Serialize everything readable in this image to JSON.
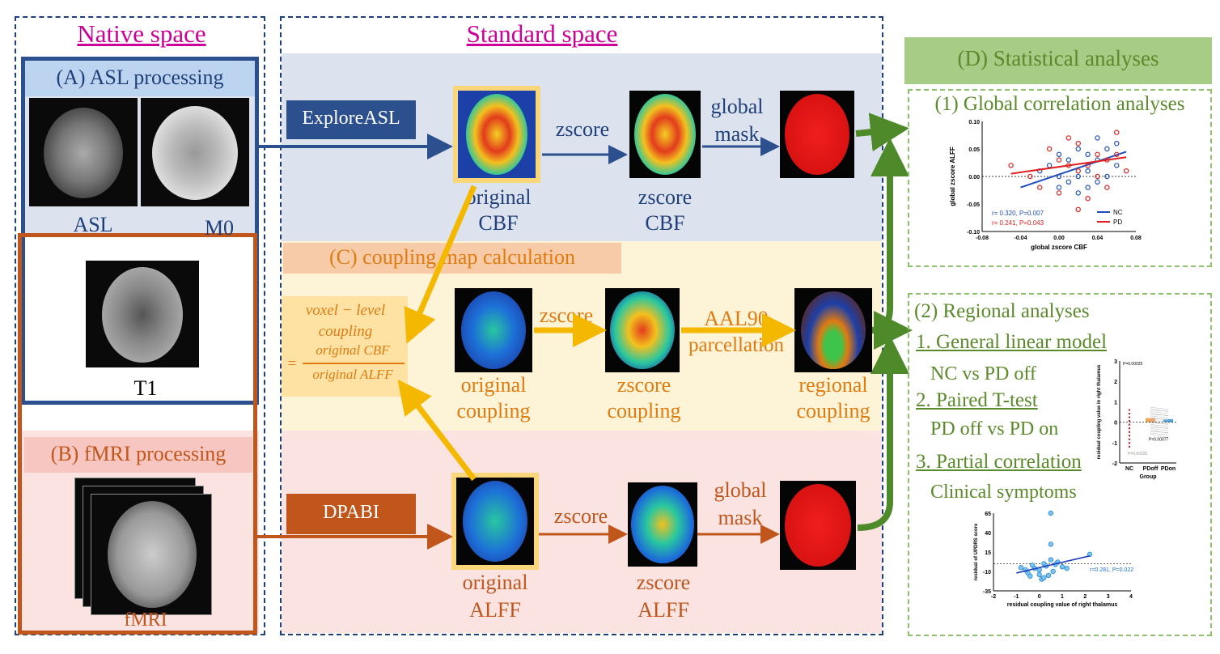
{
  "sections": {
    "native": "Native space",
    "standard": "Standard space"
  },
  "panels": {
    "asl": "(A) ASL processing",
    "fmri": "(B) fMRI processing",
    "coupling": "(C) coupling map calculation",
    "stats": "(D) Statistical analyses"
  },
  "native_images": {
    "asl": "ASL",
    "m0": "M0",
    "t1": "T1",
    "fmri": "fMRI"
  },
  "tools": {
    "explore": "ExploreASL",
    "dpabi": "DPABI"
  },
  "steps": {
    "zscore": "zscore",
    "global": "global",
    "mask": "mask",
    "aal": "AAL90",
    "parcellation": "parcellation"
  },
  "maps": {
    "orig_cbf_1": "original",
    "orig_cbf_2": "CBF",
    "z_cbf_1": "zscore",
    "z_cbf_2": "CBF",
    "orig_alff_1": "original",
    "orig_alff_2": "ALFF",
    "z_alff_1": "zscore",
    "z_alff_2": "ALFF",
    "orig_coup_1": "original",
    "orig_coup_2": "coupling",
    "z_coup_1": "zscore",
    "z_coup_2": "coupling",
    "reg_coup_1": "regional",
    "reg_coup_2": "coupling"
  },
  "formula": {
    "line1": "voxel − level",
    "line2": "coupling",
    "eq": "=",
    "num": "original CBF",
    "den": "original ALFF"
  },
  "stats": {
    "global_title": "(1) Global correlation analyses",
    "regional_title": "(2) Regional analyses",
    "glm": "1. General linear model",
    "glm_sub": "NC vs PD off",
    "paired": "2. Paired T-test",
    "paired_sub": "PD off vs PD on",
    "partial": "3. Partial correlation",
    "partial_sub": "Clinical symptoms"
  },
  "chart_data": [
    {
      "type": "scatter",
      "title": "",
      "xlabel": "global zscore CBF",
      "ylabel": "global zscore ALFF",
      "xlim": [
        -0.08,
        0.08
      ],
      "ylim": [
        -0.1,
        0.1
      ],
      "xticks": [
        "-0.08",
        "-0.04",
        "0.00",
        "0.04",
        "0.08"
      ],
      "yticks": [
        "0.10",
        "0.05",
        "0.00",
        "-0.05",
        "-0.10"
      ],
      "legend": {
        "placement": "bottom-right",
        "items": [
          "NC",
          "PD"
        ]
      },
      "stats_text": [
        "r= 0.320, P=0.007",
        "r= 0.241, P=0.043"
      ],
      "series": [
        {
          "name": "NC",
          "color": "#1f4fbf",
          "points": [
            [
              -0.02,
              0.01
            ],
            [
              0.0,
              -0.02
            ],
            [
              0.01,
              0.03
            ],
            [
              0.02,
              0.0
            ],
            [
              0.03,
              0.04
            ],
            [
              0.04,
              -0.01
            ],
            [
              0.05,
              0.05
            ],
            [
              0.06,
              0.02
            ],
            [
              0.0,
              0.04
            ],
            [
              0.02,
              -0.03
            ],
            [
              0.03,
              0.01
            ],
            [
              0.04,
              0.03
            ],
            [
              0.01,
              -0.01
            ],
            [
              0.05,
              0.0
            ],
            [
              -0.01,
              0.02
            ],
            [
              0.02,
              0.05
            ],
            [
              0.06,
              0.06
            ],
            [
              0.03,
              -0.02
            ],
            [
              0.04,
              0.07
            ],
            [
              0.0,
              0.0
            ]
          ],
          "fit": [
            [
              -0.04,
              -0.02
            ],
            [
              0.07,
              0.045
            ]
          ]
        },
        {
          "name": "PD",
          "color": "#e02020",
          "points": [
            [
              -0.05,
              0.02
            ],
            [
              -0.03,
              0.0
            ],
            [
              -0.01,
              0.05
            ],
            [
              0.01,
              0.02
            ],
            [
              0.02,
              0.06
            ],
            [
              0.03,
              -0.04
            ],
            [
              0.05,
              0.03
            ],
            [
              0.06,
              0.08
            ],
            [
              0.0,
              -0.03
            ],
            [
              0.02,
              0.01
            ],
            [
              0.04,
              0.04
            ],
            [
              0.01,
              0.07
            ],
            [
              -0.02,
              -0.02
            ],
            [
              0.03,
              0.02
            ],
            [
              0.05,
              -0.02
            ],
            [
              0.07,
              0.01
            ],
            [
              0.02,
              -0.06
            ],
            [
              0.04,
              0.0
            ],
            [
              0.0,
              0.03
            ],
            [
              0.06,
              0.04
            ]
          ],
          "fit": [
            [
              -0.05,
              0.005
            ],
            [
              0.07,
              0.035
            ]
          ]
        }
      ]
    },
    {
      "type": "scatter",
      "title": "",
      "xlabel": "Group",
      "ylabel": "residual coupling value in right thalamus",
      "categories": [
        "NC",
        "PDoff",
        "PDon"
      ],
      "ylim": [
        -2,
        3
      ],
      "yticks": [
        "3",
        "2",
        "1",
        "0",
        "-1",
        "-2"
      ],
      "annotations": [
        "P=0.00025",
        "P=0.00077",
        "P=0.00025"
      ]
    },
    {
      "type": "scatter",
      "title": "",
      "xlabel": "residual coupling value of right thalamus",
      "ylabel": "residual of UPDRS score",
      "xlim": [
        -2,
        4
      ],
      "ylim": [
        -35,
        65
      ],
      "xticks": [
        "-2",
        "-1",
        "0",
        "1",
        "2",
        "3",
        "4"
      ],
      "yticks": [
        "65",
        "40",
        "15",
        "-10",
        "-35"
      ],
      "stats_text": [
        "r=0.281, P=0.022"
      ],
      "series": [
        {
          "name": "",
          "color": "#2a8ad4",
          "points": [
            [
              -0.8,
              -5
            ],
            [
              -0.5,
              -12
            ],
            [
              -0.3,
              -2
            ],
            [
              0,
              -8
            ],
            [
              0.2,
              0
            ],
            [
              0.4,
              -15
            ],
            [
              0.5,
              5
            ],
            [
              0.1,
              -20
            ],
            [
              -0.2,
              -6
            ],
            [
              0.3,
              -3
            ],
            [
              0.6,
              -10
            ],
            [
              0.8,
              2
            ],
            [
              -0.6,
              -8
            ],
            [
              0.0,
              -14
            ],
            [
              0.2,
              -18
            ],
            [
              1.0,
              -4
            ],
            [
              0.5,
              25
            ],
            [
              0.5,
              65
            ],
            [
              1.2,
              -6
            ],
            [
              2.2,
              12
            ],
            [
              -0.4,
              -16
            ],
            [
              0.7,
              -1
            ]
          ],
          "fit": [
            [
              -1.0,
              -12
            ],
            [
              2.2,
              10
            ]
          ]
        }
      ]
    }
  ]
}
